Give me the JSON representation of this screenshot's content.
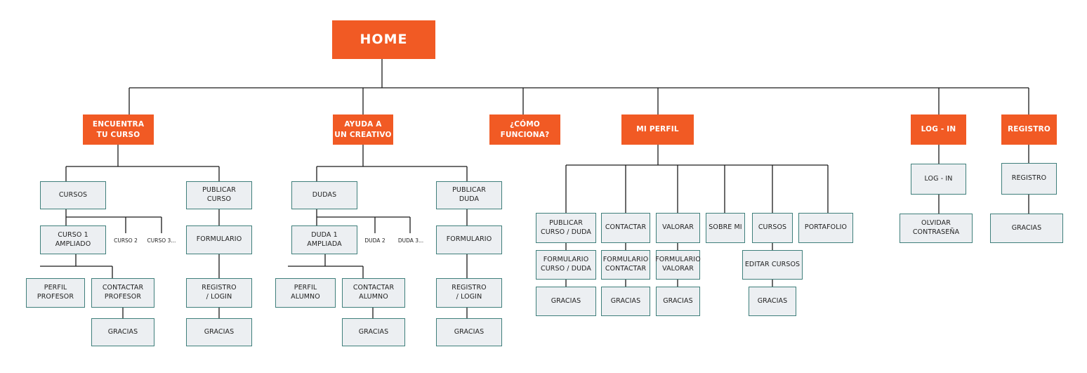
{
  "colors": {
    "accent": "#f15a24",
    "box_fill": "#eceff2",
    "box_border": "#3f7f7b",
    "line": "#1a1a1a"
  },
  "home": {
    "label": "HOME"
  },
  "sections": {
    "encuentra": {
      "label": "ENCUENTRA\nTU CURSO",
      "cursos": "CURSOS",
      "curso1": "CURSO 1\nAMPLIADO",
      "curso2": "CURSO 2",
      "curso3": "CURSO 3...",
      "perfil_profesor": "PERFIL\nPROFESOR",
      "contactar_profesor": "CONTACTAR\nPROFESOR",
      "gracias_contactar": "GRACIAS",
      "publicar_curso": "PUBLICAR\nCURSO",
      "formulario": "FORMULARIO",
      "registro_login": "REGISTRO\n/ LOGIN",
      "gracias_publicar": "GRACIAS"
    },
    "ayuda": {
      "label": "AYUDA A\nUN CREATIVO",
      "dudas": "DUDAS",
      "duda1": "DUDA 1\nAMPLIADA",
      "duda2": "DUDA 2",
      "duda3": "DUDA 3...",
      "perfil_alumno": "PERFIL\nALUMNO",
      "contactar_alumno": "CONTACTAR\nALUMNO",
      "gracias_contactar": "GRACIAS",
      "publicar_duda": "PUBLICAR\nDUDA",
      "formulario": "FORMULARIO",
      "registro_login": "REGISTRO\n/ LOGIN",
      "gracias_publicar": "GRACIAS"
    },
    "como": {
      "label": "¿CÓMO\nFUNCIONA?"
    },
    "perfil": {
      "label": "MI PERFIL",
      "publicar": "PUBLICAR\nCURSO / DUDA",
      "formulario_publicar": "FORMULARIO\nCURSO / DUDA",
      "gracias_publicar": "GRACIAS",
      "contactar": "CONTACTAR",
      "formulario_contactar": "FORMULARIO\nCONTACTAR",
      "gracias_contactar": "GRACIAS",
      "valorar": "VALORAR",
      "formulario_valorar": "FORMULARIO\nVALORAR",
      "gracias_valorar": "GRACIAS",
      "sobre_mi": "SOBRE MI",
      "cursos": "CURSOS",
      "editar_cursos": "EDITAR CURSOS",
      "gracias_cursos": "GRACIAS",
      "portafolio": "PORTAFOLIO"
    },
    "login": {
      "label": "LOG - IN",
      "login_page": "LOG - IN",
      "olvidar": "OLVIDAR\nCONTRASEÑA"
    },
    "registro": {
      "label": "REGISTRO",
      "registro_page": "REGISTRO",
      "gracias": "GRACIAS"
    }
  }
}
